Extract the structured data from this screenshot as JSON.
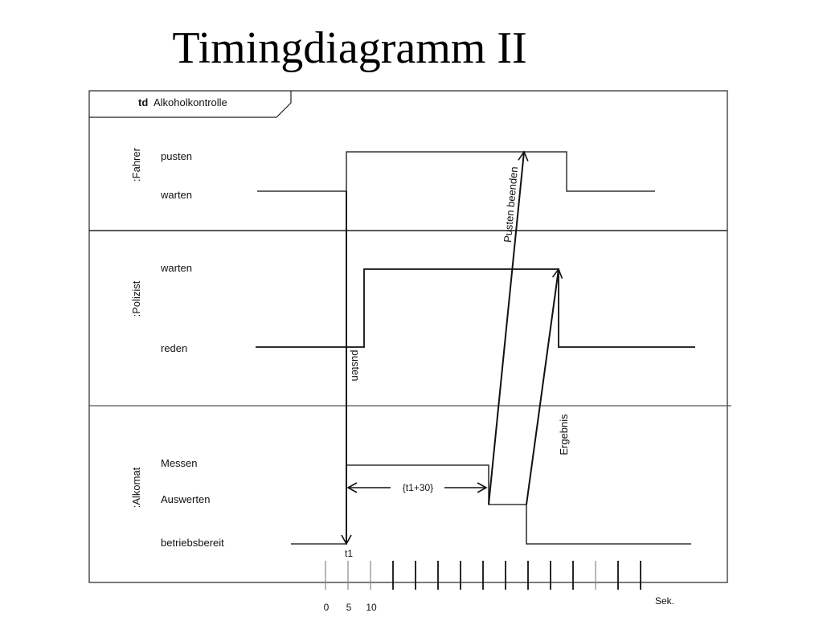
{
  "title": "Timingdiagramm II",
  "frame": {
    "keyword": "td",
    "name": "Alkoholkontrolle"
  },
  "lifelines": [
    {
      "name": ":Fahrer",
      "states": [
        "pusten",
        "warten"
      ]
    },
    {
      "name": ":Polizist",
      "states": [
        "warten",
        "reden"
      ]
    },
    {
      "name": ":Alkomat",
      "states": [
        "Messen",
        "Auswerten",
        "betriebsbereit"
      ]
    }
  ],
  "messages": {
    "pusten": "pusten",
    "pusten_beenden": "Pusten beenden",
    "ergebnis": "Ergebnis"
  },
  "constraint": "{t1+30}",
  "time_marker": "t1",
  "axis": {
    "labels": [
      "0",
      "5",
      "10"
    ],
    "unit": "Sek."
  }
}
